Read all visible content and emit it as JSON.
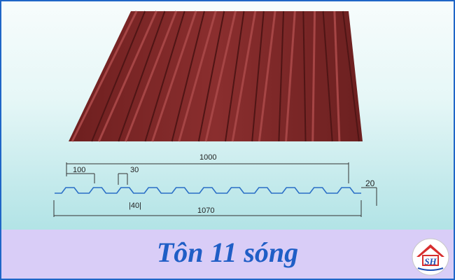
{
  "product": {
    "caption": "Tôn 11 sóng"
  },
  "dimensions": {
    "total_cover": "1000",
    "pitch": "100",
    "rib_top": "30",
    "rib_bottom": "40",
    "height": "20",
    "total_width": "1070"
  },
  "colors": {
    "sheet": "#7d2828",
    "profile_line": "#2a6fc6",
    "caption": "#1f5ec6",
    "caption_band": "#d9cdf7",
    "frame_border": "#1f66c7"
  },
  "logo": {
    "icon": "house-logo-icon"
  }
}
